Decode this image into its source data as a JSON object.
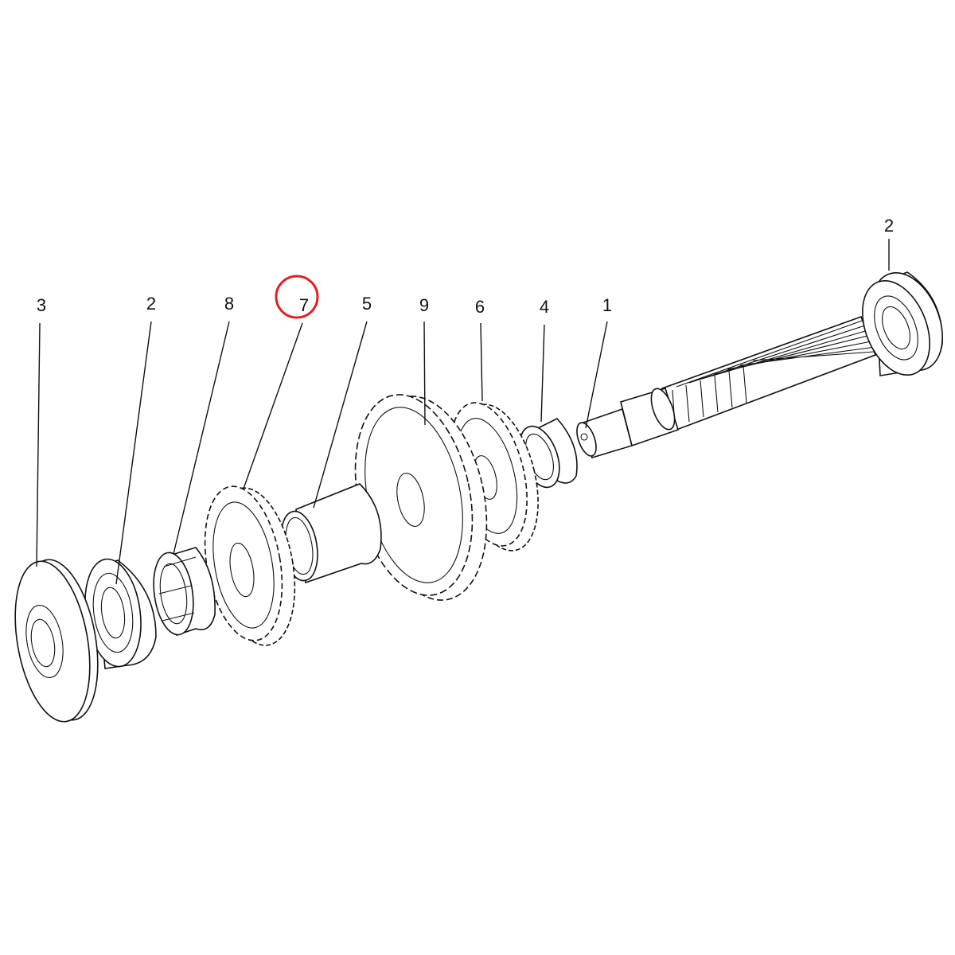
{
  "colors": {
    "line": "#111111",
    "background": "#ffffff",
    "highlight": "#e0201b"
  },
  "highlighted_callout": "7",
  "callouts": [
    {
      "id": "c3",
      "label": "3",
      "part": "end-cap"
    },
    {
      "id": "c2a",
      "label": "2",
      "part": "bearing"
    },
    {
      "id": "c8",
      "label": "8",
      "part": "splined-hub"
    },
    {
      "id": "c7",
      "label": "7",
      "part": "gear"
    },
    {
      "id": "c5",
      "label": "5",
      "part": "spacer-sleeve"
    },
    {
      "id": "c9",
      "label": "9",
      "part": "gear"
    },
    {
      "id": "c6",
      "label": "6",
      "part": "gear"
    },
    {
      "id": "c4",
      "label": "4",
      "part": "spacer-ring"
    },
    {
      "id": "c1",
      "label": "1",
      "part": "shaft"
    },
    {
      "id": "c2b",
      "label": "2",
      "part": "bearing"
    }
  ]
}
